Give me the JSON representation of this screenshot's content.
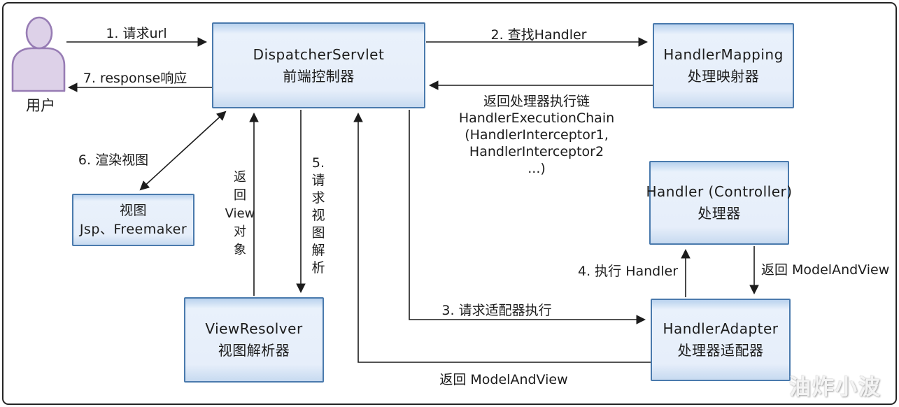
{
  "colors": {
    "box_fill": "#e6eefa",
    "box_border": "#4a7aad",
    "actor_fill": "#ddd1e8",
    "actor_border": "#977cb4",
    "line": "#1c1c1c",
    "watermark_text": "#f4f4f4"
  },
  "actor": {
    "label": "用户"
  },
  "boxes": {
    "dispatcher_servlet": {
      "title": "DispatcherServlet",
      "subtitle": "前端控制器"
    },
    "handler_mapping": {
      "title": "HandlerMapping",
      "subtitle": "处理映射器"
    },
    "handler_controller": {
      "title": "Handler (Controller)",
      "subtitle": "处理器"
    },
    "handler_adapter": {
      "title": "HandlerAdapter",
      "subtitle": "处理器适配器"
    },
    "view_resolver": {
      "title": "ViewResolver",
      "subtitle": "视图解析器"
    },
    "view": {
      "title": "视图",
      "subtitle": "Jsp、Freemaker"
    }
  },
  "edges": {
    "step1": "1. 请求url",
    "step2": "2. 查找Handler",
    "return_chain": "返回处理器执行链\nHandlerExecutionChain\n(HandlerInterceptor1,\nHandlerInterceptor2\n...)",
    "step3": "3. 请求适配器执行",
    "step4": "4. 执行 Handler",
    "return_modelandview_right": "返回 ModelAndView",
    "return_modelandview_bottom": "返回 ModelAndView",
    "step5_vertical": "5.\n请\n求\n视\n图\n解\n析",
    "return_view_vertical": "返\n回\nView\n对\n象",
    "step6": "6. 渲染视图",
    "step7": "7. response响应"
  },
  "watermark": "油炸小波"
}
